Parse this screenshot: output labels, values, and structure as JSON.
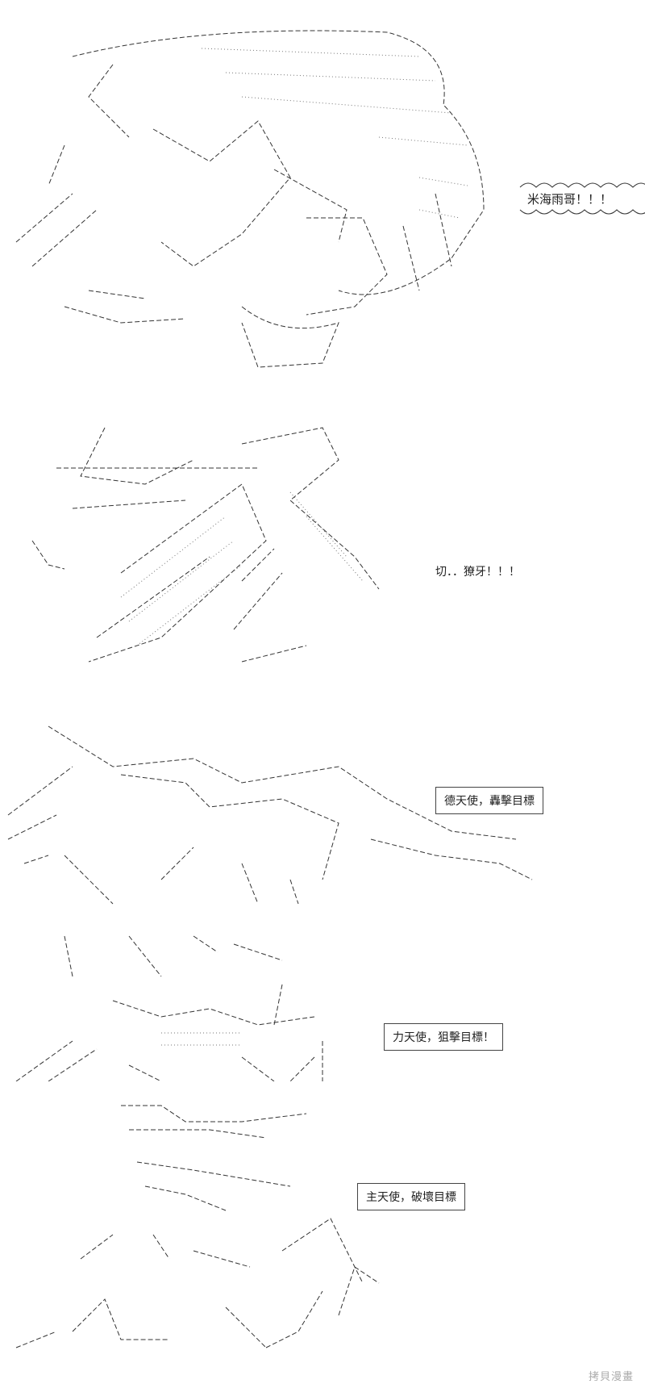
{
  "panels": [
    {
      "caption": "米海雨哥！！！"
    },
    {
      "caption": "切．．獠牙！！！"
    },
    {
      "caption": "德天使，轟擊目標"
    },
    {
      "caption": "力天使，狙擊目標！"
    },
    {
      "caption": "主天使，破壞目標"
    }
  ],
  "watermark": "拷貝漫畫"
}
